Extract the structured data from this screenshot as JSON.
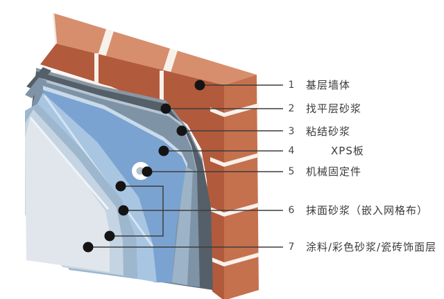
{
  "diagram": {
    "type": "construction-detail",
    "subject": "XPS exterior wall insulation system cutaway",
    "background": "#ffffff"
  },
  "labels": [
    {
      "num": "1",
      "text": "基层墙体"
    },
    {
      "num": "2",
      "text": "找平层砂浆"
    },
    {
      "num": "3",
      "text": "粘结砂浆"
    },
    {
      "num": "4",
      "text": "XPS板"
    },
    {
      "num": "5",
      "text": "机械固定件"
    },
    {
      "num": "6",
      "text": "抹面砂浆（嵌入网格布）"
    },
    {
      "num": "7",
      "text": "涂料/彩色砂浆/瓷砖饰面层"
    }
  ],
  "palette": {
    "brick_front": "#b25a3c",
    "brick_top": "#d78e6d",
    "brick_end": "#c5714e",
    "mortar": "#f8f1ea",
    "leveling_mortar": "#545f69",
    "bonding_mortar": "#7e93a6",
    "xps_board": "#7ba3d1",
    "render_coat_light": "#c5d4e2",
    "render_coat_mid": "#9db7ce",
    "finish_coat": "#e0e6ec",
    "leader_line": "#3c3c3c",
    "text": "#3a3a3a"
  }
}
